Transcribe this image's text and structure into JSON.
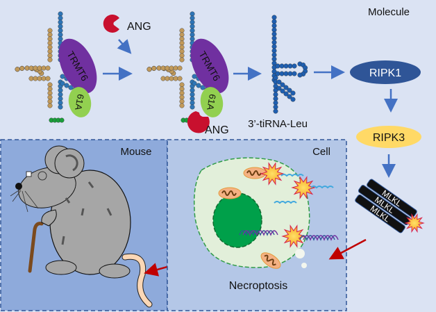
{
  "title": "ANG–TRMT6/61A–3'-tiRNA-Leu necroptosis pathway",
  "panels": {
    "molecule": {
      "label": "Molecule"
    },
    "mouse": {
      "label": "Mouse"
    },
    "cell": {
      "label": "Cell"
    }
  },
  "molecules": {
    "ang_free": "ANG",
    "ang_bound": "ANG",
    "trmt6_left": "TRMT6",
    "trmt61a_left": "61A",
    "trmt6_mid": "TRMT6",
    "trmt61a_mid": "61A",
    "tirna": "3’-tiRNA-Leu",
    "ripk1": "RIPK1",
    "ripk3": "RIPK3",
    "mlkl": [
      "MLKL",
      "MLKL",
      "MLKL"
    ]
  },
  "cell": {
    "outcome_label": "Necroptosis"
  },
  "icons": {
    "ang": "pacman-shape",
    "trna": "cloverleaf-trna",
    "explosion": "burst-star",
    "mitochondria": "mitochondrion",
    "dna": "double-helix",
    "mouse": "old-mouse-with-cane"
  },
  "colors": {
    "background": "#dbe3f3",
    "mouse_panel": "#8eaadb",
    "cell_panel": "#b4c7e7",
    "trmt6": "#7030a0",
    "trmt61a": "#92d050",
    "ang": "#c00000",
    "ripk1": "#2f5597",
    "ripk3": "#ffd966",
    "arrow_blue": "#4472c4",
    "arrow_red": "#c00000",
    "rna_blue": "#2e75b6",
    "rna_tan": "#c19a5b"
  }
}
